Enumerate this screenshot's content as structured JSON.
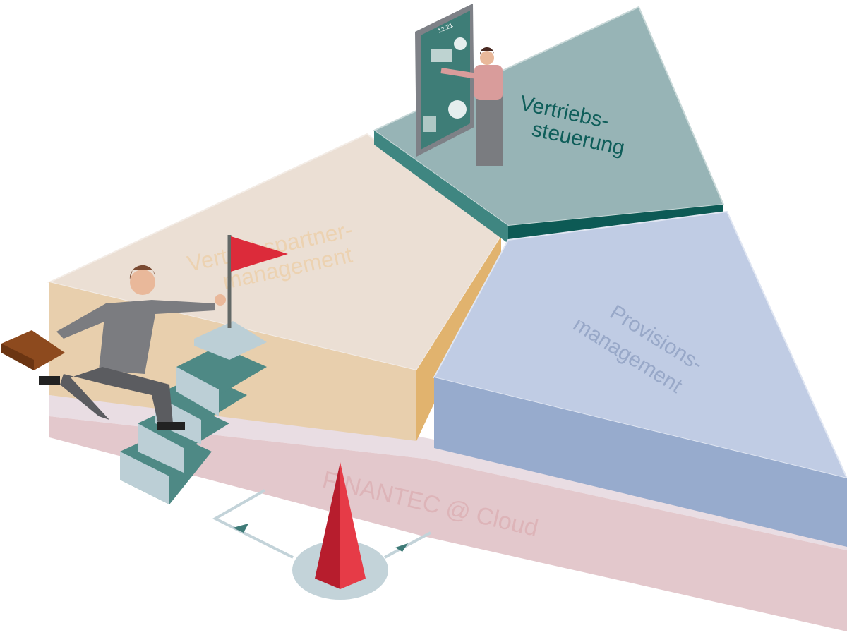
{
  "segments": {
    "vertriebssteuerung": {
      "line1": "Vertriebs-",
      "line2": "steuerung",
      "color": "#97b4b6",
      "text_color": "#0f5e5a"
    },
    "vertriebspartner": {
      "line1": "Vertriebspartner-",
      "line2": "management",
      "color": "#ebdfd4",
      "text_color": "#ecd2b1"
    },
    "provisions": {
      "line1": "Provisions-",
      "line2": "management",
      "color": "#c0cce4",
      "text_color": "#98a8c8"
    },
    "base": {
      "label": "FINANTEC @ Cloud",
      "color": "#e7d9de",
      "text_color": "#ddb4b8"
    }
  },
  "phone": {
    "time": "12:21"
  },
  "colors": {
    "flag": "#dc2b3a",
    "cone": "#d42b3b",
    "stairs": "#4e8985"
  }
}
